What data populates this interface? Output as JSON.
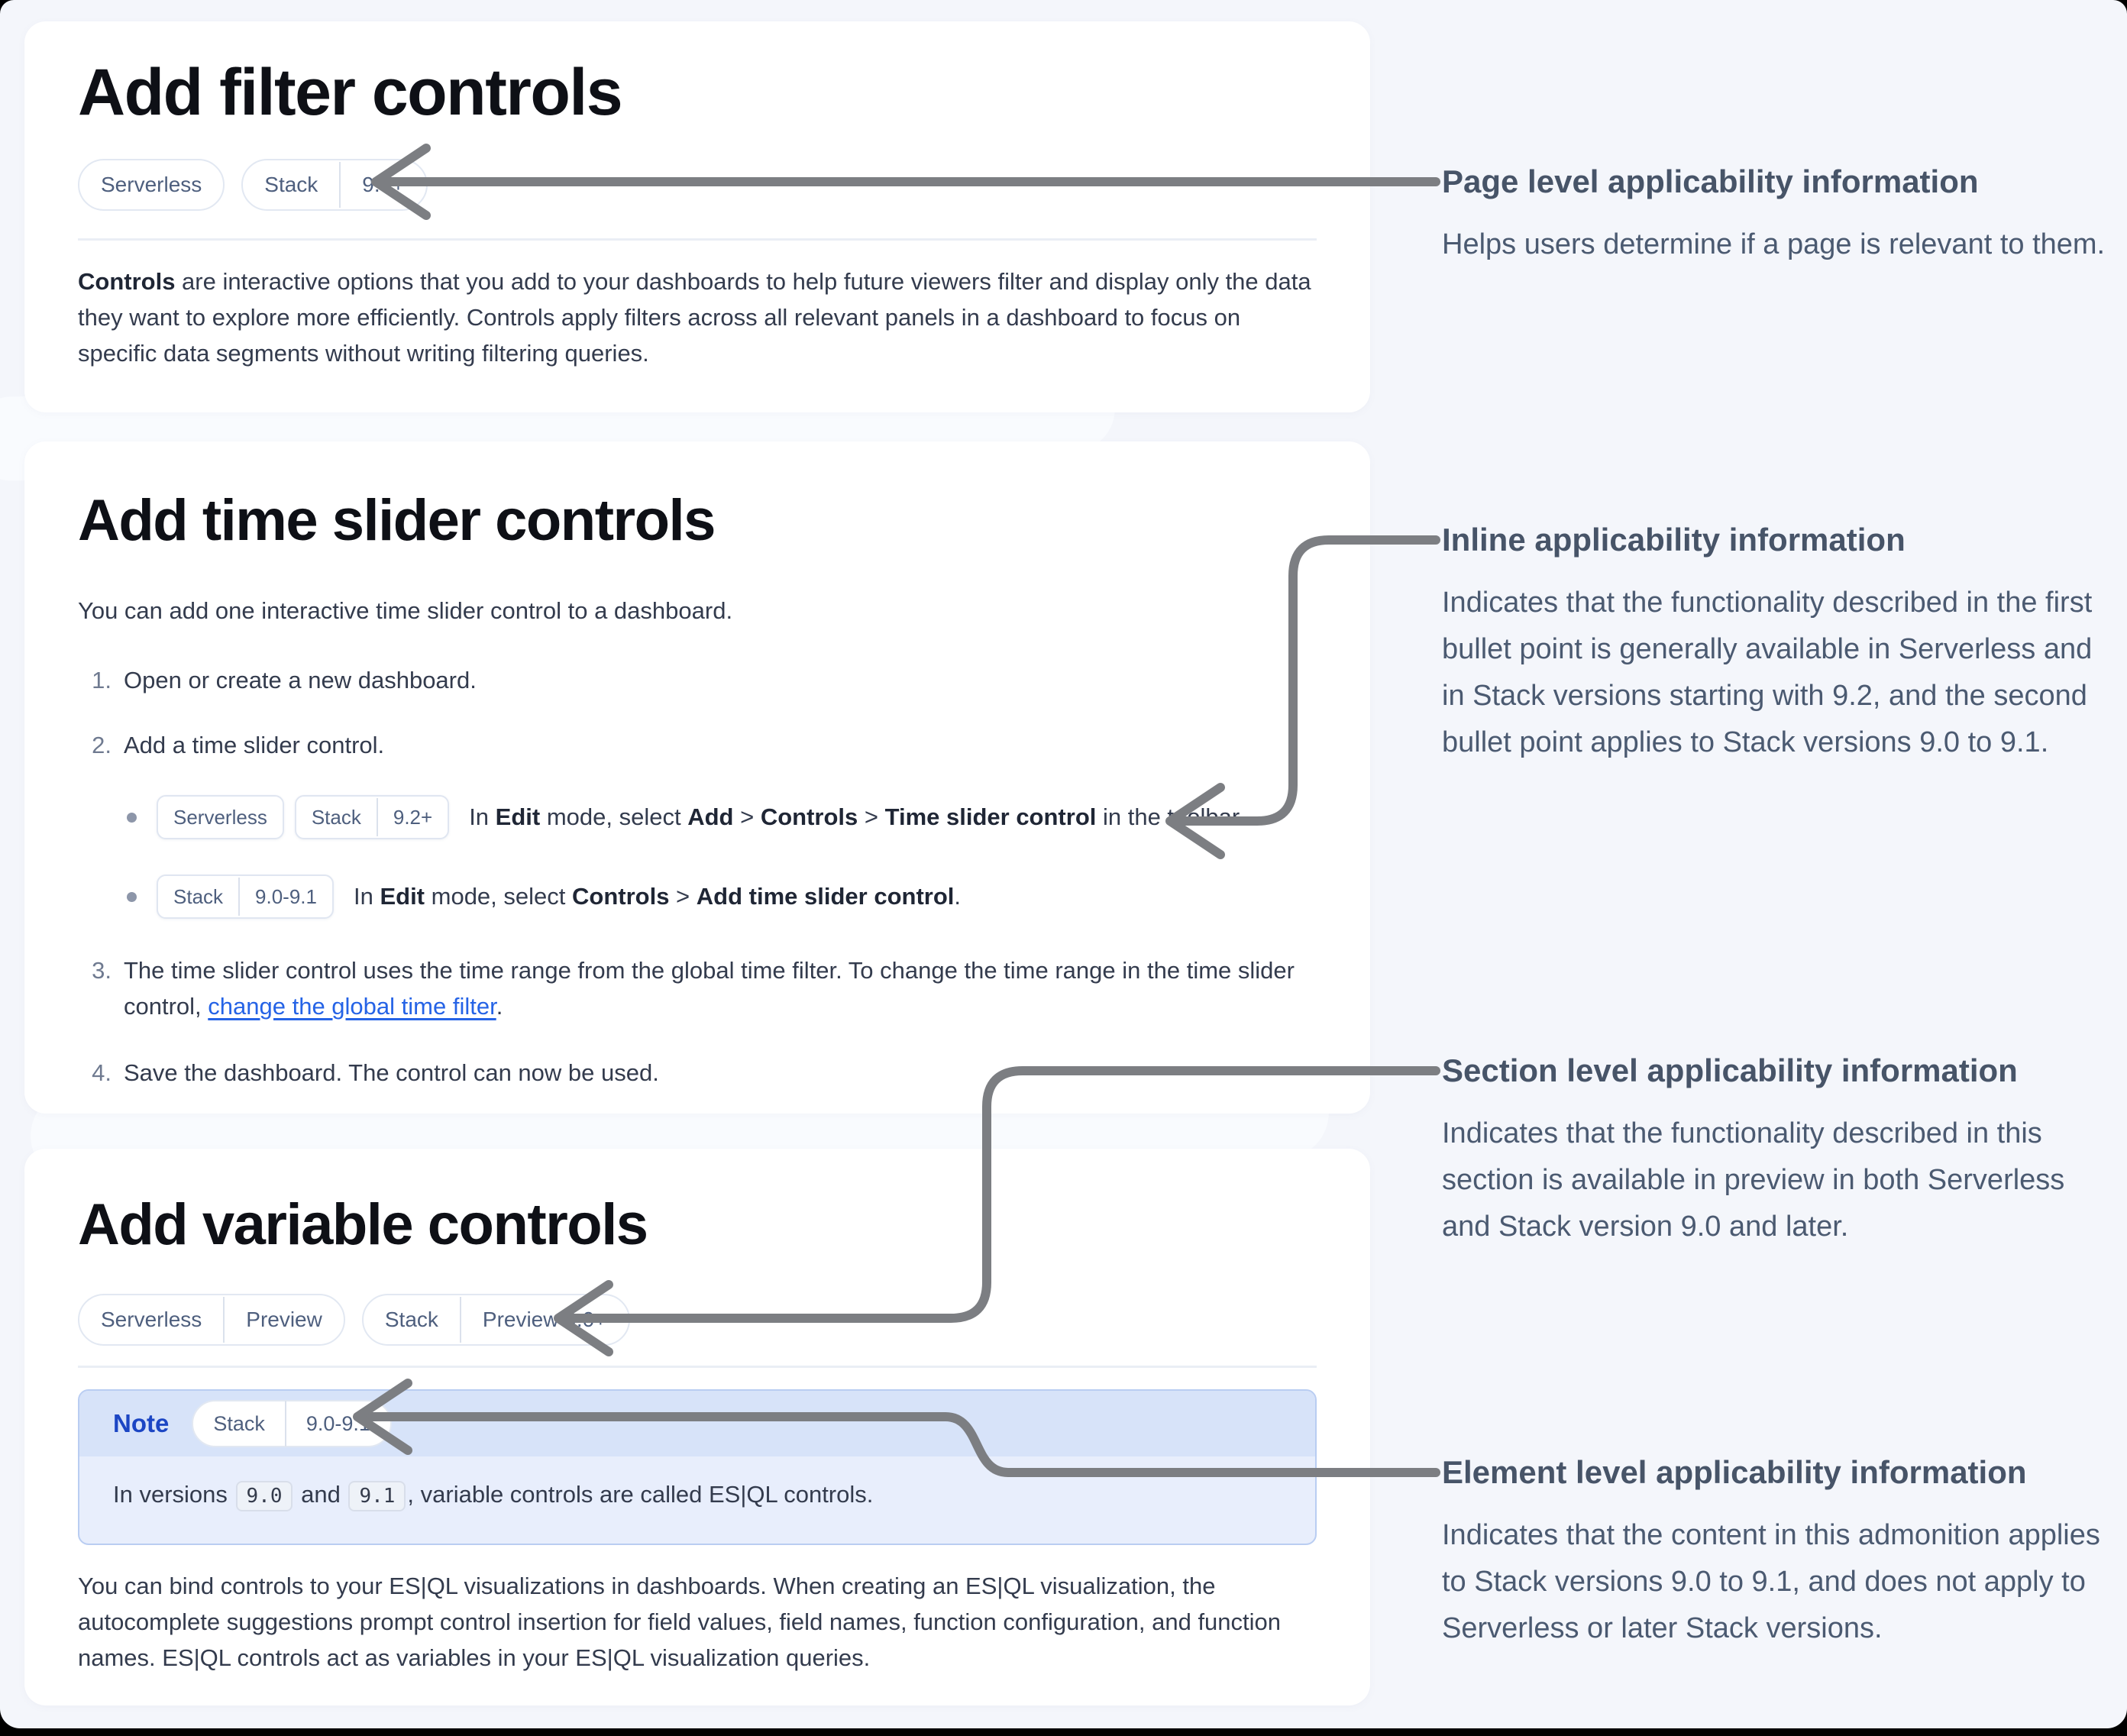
{
  "cards": {
    "filter": {
      "title": "Add filter controls",
      "badges": [
        {
          "segments": [
            "Serverless"
          ]
        },
        {
          "segments": [
            "Stack",
            "9.0+"
          ]
        }
      ],
      "paragraph": [
        {
          "type": "strong",
          "t": "Controls"
        },
        {
          "t": " are interactive options that you add to your dashboards to help future viewers filter and display only the data they want to explore more efficiently. Controls apply filters across all relevant panels in a dashboard to focus on specific data segments without writing filtering queries."
        }
      ]
    },
    "time_slider": {
      "title": "Add time slider controls",
      "intro": "You can add one interactive time slider control to a dashboard.",
      "steps": [
        {
          "num": "1.",
          "runs": [
            {
              "t": "Open or create a new dashboard."
            }
          ]
        },
        {
          "num": "2.",
          "runs": [
            {
              "t": "Add a time slider control."
            }
          ]
        },
        {
          "num": "3.",
          "runs": [
            {
              "t": "The time slider control uses the time range from the global time filter. To change the time range in the time slider control, "
            },
            {
              "type": "link",
              "t": "change the global time filter"
            },
            {
              "t": "."
            }
          ]
        },
        {
          "num": "4.",
          "runs": [
            {
              "t": "Save the dashboard. The control can now be used."
            }
          ]
        }
      ],
      "bullets": [
        {
          "pills": [
            {
              "segments": [
                "Serverless"
              ]
            },
            {
              "segments": [
                "Stack",
                "9.2+"
              ]
            }
          ],
          "runs": [
            {
              "t": "In "
            },
            {
              "type": "strong",
              "t": "Edit"
            },
            {
              "t": " mode, select "
            },
            {
              "type": "strong",
              "t": "Add"
            },
            {
              "t": " > "
            },
            {
              "type": "strong",
              "t": "Controls"
            },
            {
              "t": " > "
            },
            {
              "type": "strong",
              "t": "Time slider control"
            },
            {
              "t": " in the toolbar."
            }
          ]
        },
        {
          "pills": [
            {
              "segments": [
                "Stack",
                "9.0-9.1"
              ]
            }
          ],
          "runs": [
            {
              "t": "In "
            },
            {
              "type": "strong",
              "t": "Edit"
            },
            {
              "t": " mode, select "
            },
            {
              "type": "strong",
              "t": "Controls"
            },
            {
              "t": " > "
            },
            {
              "type": "strong",
              "t": "Add time slider control"
            },
            {
              "t": "."
            }
          ]
        }
      ]
    },
    "variable": {
      "title": "Add variable controls",
      "badges": [
        {
          "segments": [
            "Serverless",
            "Preview"
          ]
        },
        {
          "segments": [
            "Stack",
            "Preview 9.0+"
          ]
        }
      ],
      "note": {
        "label": "Note",
        "badge": {
          "segments": [
            "Stack",
            "9.0-9.1"
          ]
        },
        "body": [
          {
            "t": "In versions "
          },
          {
            "type": "code",
            "t": "9.0"
          },
          {
            "t": " and "
          },
          {
            "type": "code",
            "t": "9.1"
          },
          {
            "t": ", variable controls are called ES|QL controls."
          }
        ]
      },
      "paragraph": [
        {
          "t": "You can bind controls to your ES|QL visualizations in dashboards. When creating an ES|QL visualization, the autocomplete suggestions prompt control insertion for field values, field names, function configuration, and function names. ES|QL controls act as variables in your ES|QL visualization queries."
        }
      ]
    }
  },
  "annotations": [
    {
      "title": "Page level applicability information",
      "body": "Helps users determine if a page is relevant to them."
    },
    {
      "title": "Inline applicability information",
      "body": "Indicates that the functionality described in the first bullet point is generally available in Serverless and in Stack versions starting with 9.2, and the second bullet point applies to Stack versions 9.0 to 9.1."
    },
    {
      "title": "Section level applicability information",
      "body": "Indicates that the functionality described in this section is available in preview in both Serverless and Stack version 9.0 and later."
    },
    {
      "title": "Element level applicability information",
      "body": "Indicates that the content in this admonition applies to Stack versions 9.0 to 9.1, and does not apply to Serverless or later Stack versions."
    }
  ],
  "icons": {
    "arrow_left_1": "arrow-left-icon",
    "arrow_left_2": "arrow-left-icon",
    "arrow_left_3": "arrow-left-icon",
    "arrow_left_4": "arrow-left-icon"
  },
  "colors": {
    "page_bg": "#f4f6fb",
    "edge": "#000000",
    "card_bg": "#ffffff",
    "arrow": "#7c7e82",
    "link": "#2563e6",
    "note_label": "#1c46c4",
    "note_border": "#b9cdf2",
    "note_header_bg": "#d7e3f9",
    "note_body_bg": "#e8eefc",
    "badge_text": "#4e5f7e",
    "heading_text": "#0e1016",
    "body_text": "#333b4d",
    "annotation_text": "#475468"
  }
}
